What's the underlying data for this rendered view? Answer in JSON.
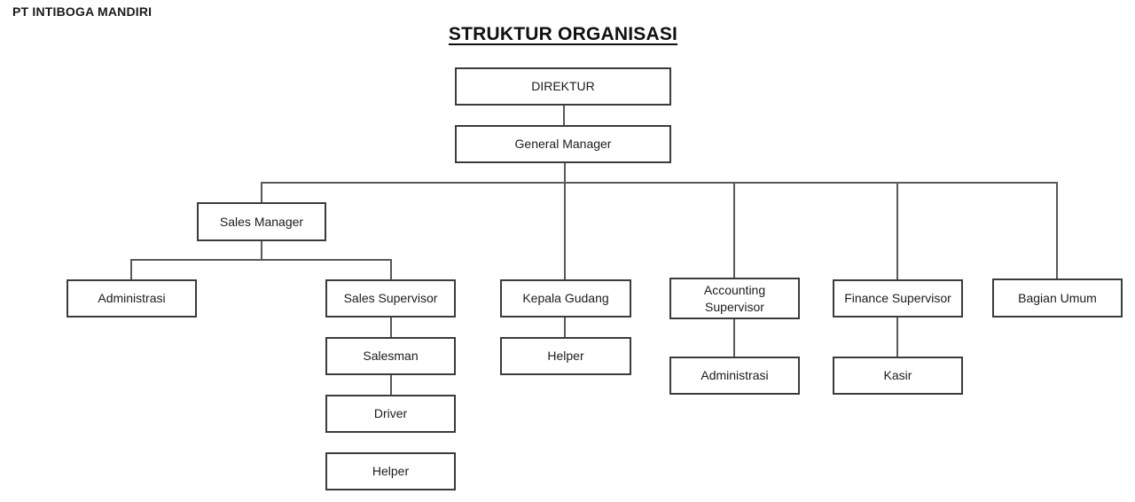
{
  "header": {
    "company": "PT INTIBOGA MANDIRI",
    "title": "STRUKTUR ORGANISASI"
  },
  "nodes": {
    "direktur": {
      "label": "DIREKTUR"
    },
    "general_manager": {
      "label": "General Manager"
    },
    "sales_manager": {
      "label": "Sales Manager"
    },
    "administrasi_sales": {
      "label": "Administrasi"
    },
    "sales_supervisor": {
      "label": "Sales Supervisor"
    },
    "salesman": {
      "label": "Salesman"
    },
    "driver": {
      "label": "Driver"
    },
    "helper_sales": {
      "label": "Helper"
    },
    "kepala_gudang": {
      "label": "Kepala Gudang"
    },
    "helper_gudang": {
      "label": "Helper"
    },
    "accounting_supervisor": {
      "label": "Accounting Supervisor"
    },
    "administrasi_accounting": {
      "label": "Administrasi"
    },
    "finance_supervisor": {
      "label": "Finance Supervisor"
    },
    "kasir": {
      "label": "Kasir"
    },
    "bagian_umum": {
      "label": "Bagian Umum"
    }
  },
  "hierarchy_edges": [
    {
      "from": "DIREKTUR",
      "to": "General Manager"
    },
    {
      "from": "General Manager",
      "to": "Sales Manager"
    },
    {
      "from": "General Manager",
      "to": "Kepala Gudang"
    },
    {
      "from": "General Manager",
      "to": "Accounting Supervisor"
    },
    {
      "from": "General Manager",
      "to": "Finance Supervisor"
    },
    {
      "from": "General Manager",
      "to": "Bagian Umum"
    },
    {
      "from": "Sales Manager",
      "to": "Administrasi"
    },
    {
      "from": "Sales Manager",
      "to": "Sales Supervisor"
    },
    {
      "from": "Sales Supervisor",
      "to": "Salesman"
    },
    {
      "from": "Salesman",
      "to": "Driver"
    },
    {
      "from": "Kepala Gudang",
      "to": "Helper"
    },
    {
      "from": "Accounting Supervisor",
      "to": "Administrasi"
    },
    {
      "from": "Finance Supervisor",
      "to": "Kasir"
    }
  ],
  "colors": {
    "background": "#ffffff",
    "box_border": "#3b3b3b",
    "connector": "#595959",
    "text": "#1c1c1c"
  }
}
